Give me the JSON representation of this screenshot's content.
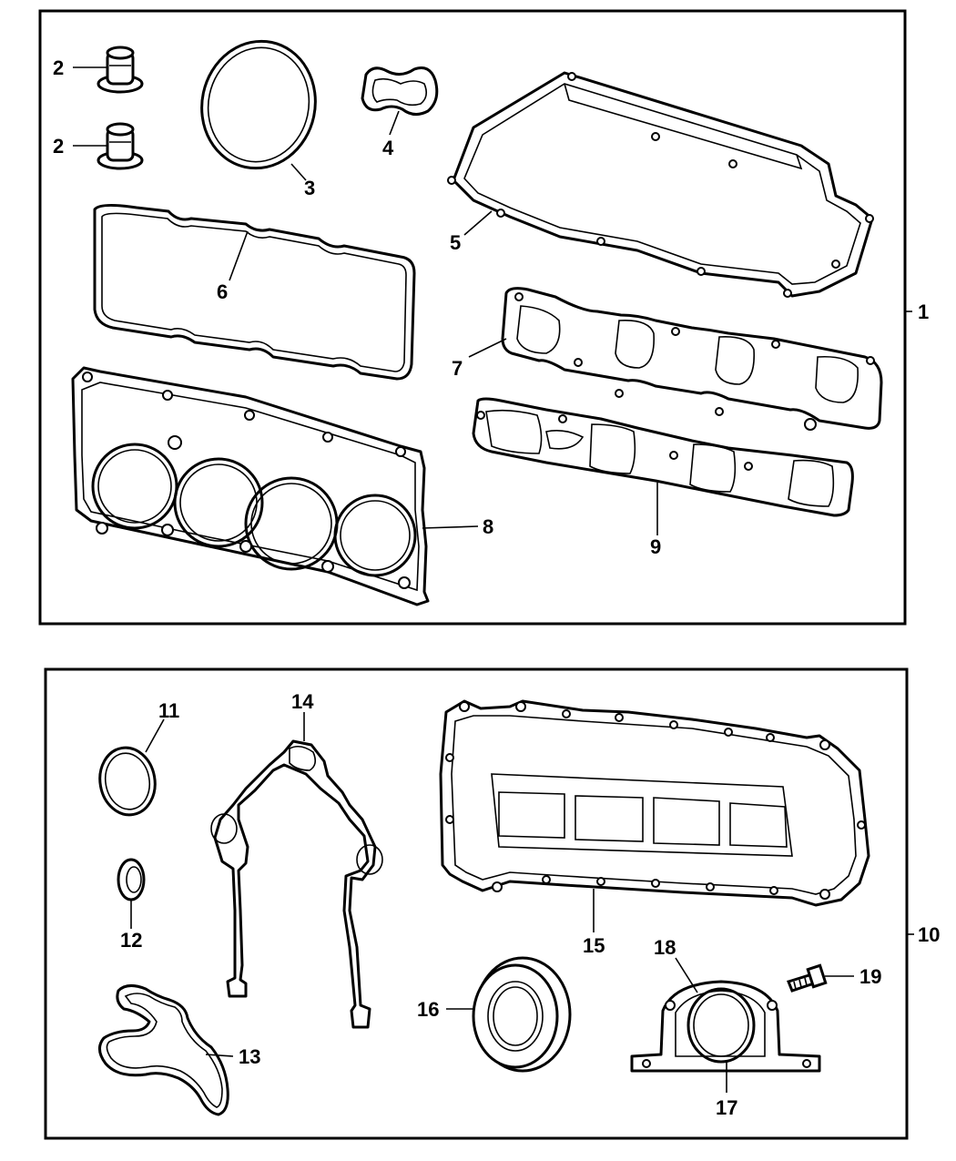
{
  "callouts": {
    "c1": "1",
    "c2a": "2",
    "c2b": "2",
    "c3": "3",
    "c4": "4",
    "c5": "5",
    "c6": "6",
    "c7": "7",
    "c8": "8",
    "c9": "9",
    "c10": "10",
    "c11": "11",
    "c12": "12",
    "c13": "13",
    "c14": "14",
    "c15": "15",
    "c16": "16",
    "c17": "17",
    "c18": "18",
    "c19": "19"
  }
}
